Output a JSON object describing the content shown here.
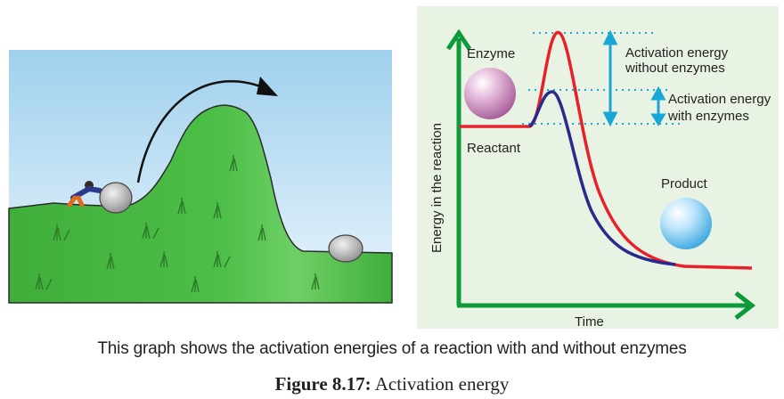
{
  "graph": {
    "y_axis_label": "Energy in the reaction",
    "x_axis_label": "Time",
    "enzyme_label": "Enzyme",
    "reactant_label": "Reactant",
    "product_label": "Product",
    "activation_without_line1": "Activation energy",
    "activation_without_line2": "without enzymes",
    "activation_with_line1": "Activation energy",
    "activation_with_line2": "with enzymes",
    "colors": {
      "panel_bg": "#e8f3e4",
      "axis": "#0c9a3a",
      "without_enzyme_curve": "#e8202a",
      "with_enzyme_curve": "#2a2a8c",
      "arrow": "#1aa6d6"
    }
  },
  "caption": {
    "text": "This graph shows the activation energies of a reaction with and without enzymes",
    "figure_number": "Figure 8.17:",
    "figure_title": "Activation energy"
  }
}
